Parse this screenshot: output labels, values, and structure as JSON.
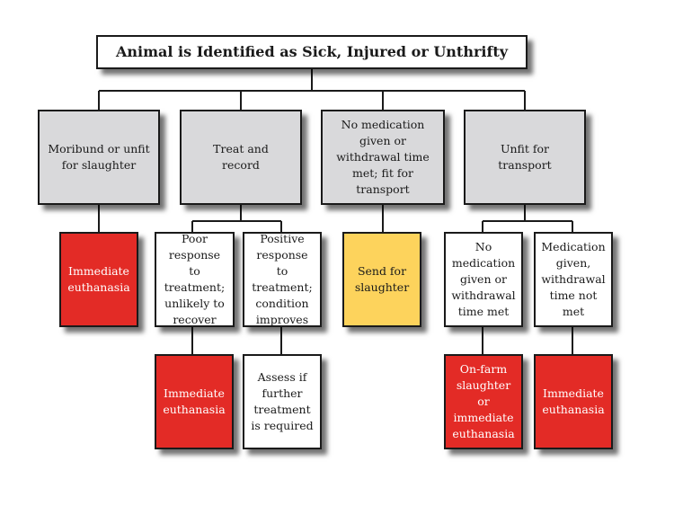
{
  "title": "Animal is Identified as Sick, Injured or Unthrifty",
  "level1": {
    "moribund": "Moribund or unfit for slaughter",
    "treat": "Treat and record",
    "no_medication": "No medication given or withdrawal time met; fit for transport",
    "unfit_transport": "Unfit for transport"
  },
  "level2": {
    "immediate_euthanasia_1": "Immediate euthanasia",
    "poor_response": "Poor response to treatment; unlikely to recover",
    "positive_response": "Positive response to treatment; condition improves",
    "send_slaughter": "Send for slaughter",
    "no_medication_met": "No medication given or withdrawal time met",
    "medication_given": "Medication given, withdrawal time not met"
  },
  "level3": {
    "immediate_euthanasia_2": "Immediate euthanasia",
    "assess_further": "Assess if further treatment is required",
    "on_farm_slaughter": "On-farm slaughter or immediate euthanasia",
    "immediate_euthanasia_3": "Immediate euthanasia"
  },
  "colors": {
    "grey": "#d9d9db",
    "red": "#e32b26",
    "yellow": "#fdd35c",
    "white": "#ffffff",
    "line": "#1a1a1a"
  }
}
